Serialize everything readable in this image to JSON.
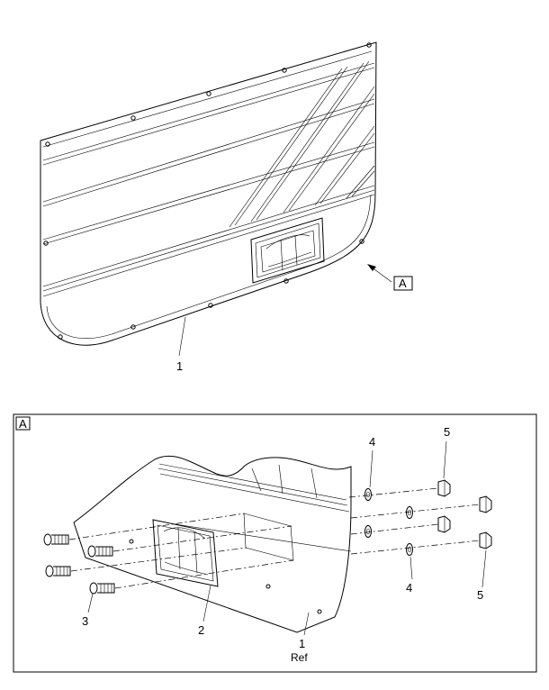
{
  "figure": {
    "view_label": "A",
    "detail_label": "A",
    "callouts": {
      "main_panel": "1",
      "detail_panel": "1",
      "detail_panel_ref": "Ref",
      "bezel": "2",
      "screw": "3",
      "washer_top": "4",
      "washer_bottom": "4",
      "nut_top": "5",
      "nut_bottom": "5"
    }
  }
}
